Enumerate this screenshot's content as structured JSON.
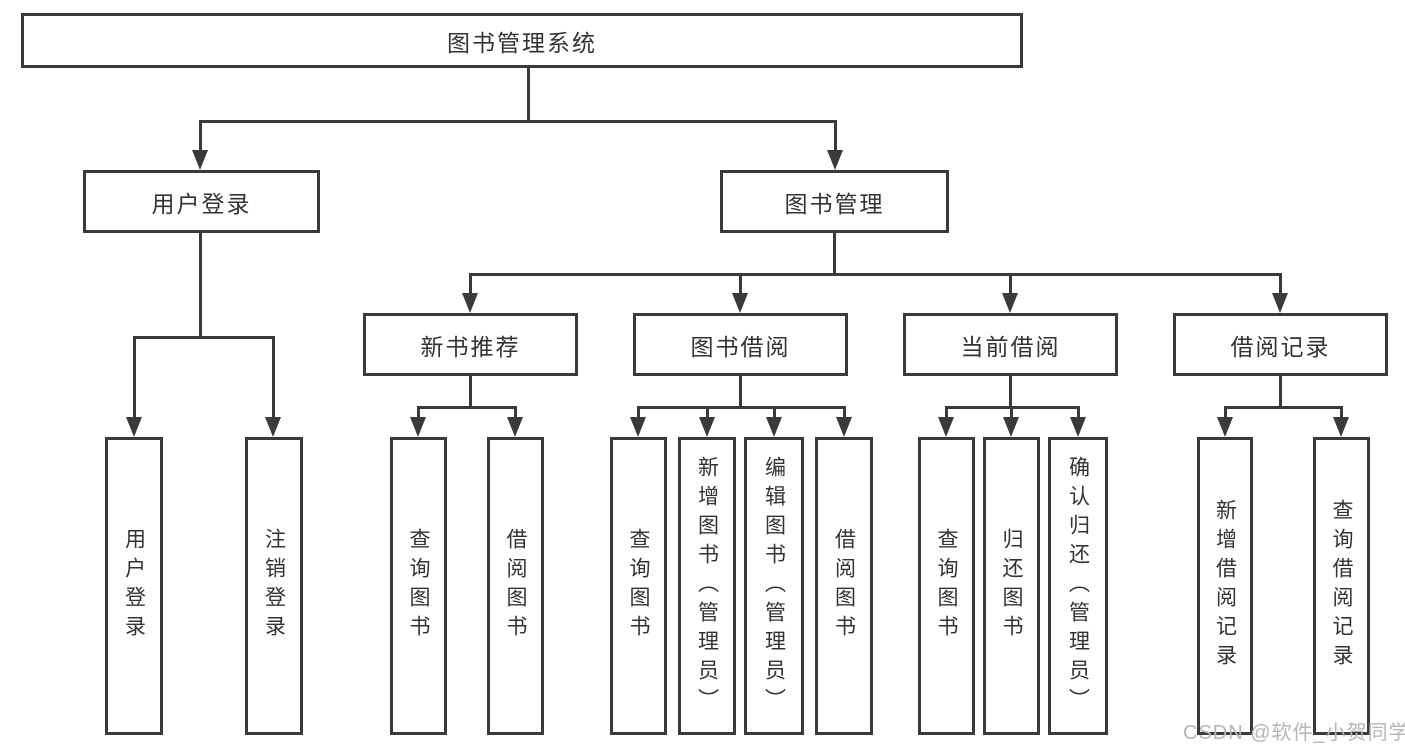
{
  "colors": {
    "line": "#3a3a3a",
    "box_fill": "#ffffff",
    "text": "#333333",
    "watermark": "#b5b5b5"
  },
  "nodes": {
    "root": "图书管理系统",
    "user_login": "用户登录",
    "book_mgmt": "图书管理",
    "new_book": "新书推荐",
    "book_borrow": "图书借阅",
    "current_borrow": "当前借阅",
    "borrow_record": "借阅记录",
    "leaf_user_login": "用户登录",
    "leaf_logout": "注销登录",
    "leaf_nb_query": "查询图书",
    "leaf_nb_borrow": "借阅图书",
    "leaf_bb_query": "查询图书",
    "leaf_bb_add": "新增图书（管理员）",
    "leaf_bb_edit": "编辑图书（管理员）",
    "leaf_bb_borrow": "借阅图书",
    "leaf_cb_query": "查询图书",
    "leaf_cb_return": "归还图书",
    "leaf_cb_confirm": "确认归还（管理员）",
    "leaf_br_add": "新增借阅记录",
    "leaf_br_query": "查询借阅记录"
  },
  "watermark": "CSDN @软件_小贺同学"
}
